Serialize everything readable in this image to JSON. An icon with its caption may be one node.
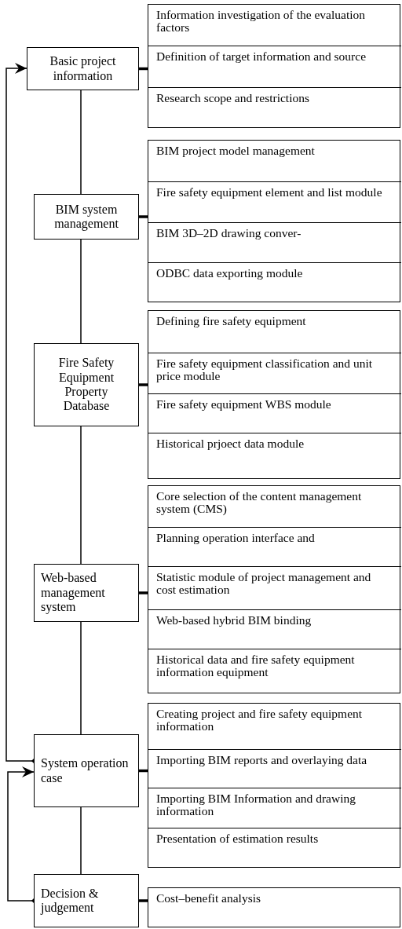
{
  "diagram": {
    "nodes": [
      {
        "text": [
          "Basic project information"
        ]
      },
      {
        "text": [],
        "shape": "box"
      },
      {
        "text": [
          "Information investigation of the evaluation factors"
        ],
        "in": 1
      },
      {
        "text": [
          "Definition of target information and source"
        ],
        "in": 1
      },
      {
        "text": [
          "Research scope and restrictions"
        ],
        "in": 1
      },
      {
        "text": [
          "BIM system management"
        ]
      },
      {
        "text": [],
        "shape": "box"
      },
      {
        "text": [
          "BIM project model management"
        ],
        "in": 6
      },
      {
        "text": [
          "Fire safety equipment element and list module"
        ],
        "in": 6
      },
      {
        "text": [
          "BIM 3D–2D drawing conver-"
        ],
        "in": 6
      },
      {
        "text": [
          "ODBC data exporting module"
        ],
        "in": 6
      },
      {
        "text": [
          "Fire Safety Equipment Property Database"
        ]
      },
      {
        "text": [],
        "shape": "box"
      },
      {
        "text": [
          "Defining fire safety equipment"
        ],
        "in": 12
      },
      {
        "text": [
          "Fire safety equipment classification and unit price module"
        ],
        "in": 12
      },
      {
        "text": [
          "Fire safety equipment WBS module"
        ],
        "in": 12
      },
      {
        "text": [
          "Historical prjoect data module"
        ],
        "in": 12
      },
      {
        "text": [
          "Web-based management system"
        ]
      },
      {
        "text": [],
        "shape": "box"
      },
      {
        "text": [
          "Core selection of the content management system (CMS)"
        ],
        "in": 18
      },
      {
        "text": [
          "Planning operation interface and"
        ],
        "in": 18
      },
      {
        "text": [
          "Statistic module of project management and cost estimation"
        ],
        "in": 18
      },
      {
        "text": [
          "Web-based hybrid BIM binding"
        ],
        "in": 18
      },
      {
        "text": [
          "Historical data and fire safety equipment information equipment"
        ],
        "in": 18
      },
      {
        "text": [
          "System operation case"
        ]
      },
      {
        "text": [],
        "shape": "box"
      },
      {
        "text": [
          "Creating project and fire safety equipment information"
        ],
        "in": 25
      },
      {
        "text": [
          "Importing BIM reports and overlaying data"
        ],
        "in": 25
      },
      {
        "text": [
          "Importing BIM Information and drawing information"
        ],
        "in": 25
      },
      {
        "text": [
          "Presentation of estimation results"
        ],
        "in": 25
      },
      {
        "text": [
          "Decision & judgement"
        ]
      },
      {
        "text": [],
        "shape": "box"
      },
      {
        "text": [
          "Cost–benefit analysis"
        ],
        "in": 31
      }
    ],
    "edges": [
      {
        "from": 0,
        "to": 5,
        "arrow": "none"
      },
      {
        "from": 5,
        "to": 11,
        "arrow": "none"
      },
      {
        "from": 11,
        "to": 17,
        "arrow": "none"
      },
      {
        "from": 17,
        "to": 24,
        "arrow": "none"
      },
      {
        "from": 24,
        "to": 30,
        "arrow": "none"
      },
      {
        "from": 0,
        "to": 1,
        "arrow": "none",
        "style": "thick"
      },
      {
        "from": 5,
        "to": 6,
        "arrow": "none",
        "style": "thick"
      },
      {
        "from": 11,
        "to": 12,
        "arrow": "none",
        "style": "thick"
      },
      {
        "from": 17,
        "to": 18,
        "arrow": "none",
        "style": "thick"
      },
      {
        "from": 24,
        "to": 25,
        "arrow": "none",
        "style": "thick"
      },
      {
        "from": 30,
        "to": 31,
        "arrow": "none",
        "style": "thick"
      },
      {
        "from": 24,
        "to": 0,
        "arrow": "to"
      },
      {
        "from": 30,
        "to": 24,
        "arrow": "to"
      }
    ]
  }
}
